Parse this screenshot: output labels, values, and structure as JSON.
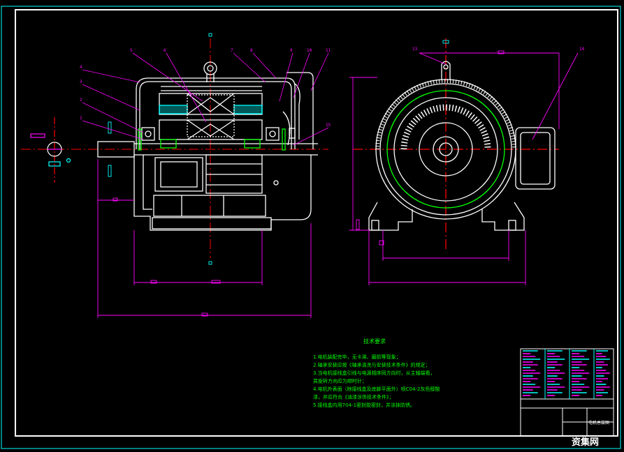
{
  "drawing": {
    "colors": {
      "background": "#000000",
      "outline": "#ffffff",
      "dimension": "#ff00ff",
      "center": "#ff0000",
      "green": "#00ff00",
      "cyan": "#00ffff",
      "yellow": "#ffff00",
      "frame": "#00ffff"
    },
    "part_numbers": [
      "1",
      "2",
      "3",
      "4",
      "5",
      "6",
      "7",
      "8",
      "9",
      "10",
      "11",
      "13",
      "14",
      "15"
    ],
    "tech_notes": {
      "title": "技术要求",
      "lines": [
        "1.电机装配完毕，无卡滞、磨损等现象；",
        "2.轴承安装应按《轴承清洗与安装技术条件》的规定；",
        "3.当电机接线盒引线与电源相序同方向时，从主轴端看，",
        "其旋转方向应为顺时针；",
        "4.电机外表面（除接线盒及底脚平面外）喷C04-2灰色醇酸",
        "漆，并应符合《油漆涂饰技术条件》；",
        "5.接线盒内用704-1密封胶密封，并涂抹防锈。"
      ]
    },
    "title_block": {
      "drawing_name": "电机总装图"
    },
    "watermark": "资集网"
  }
}
